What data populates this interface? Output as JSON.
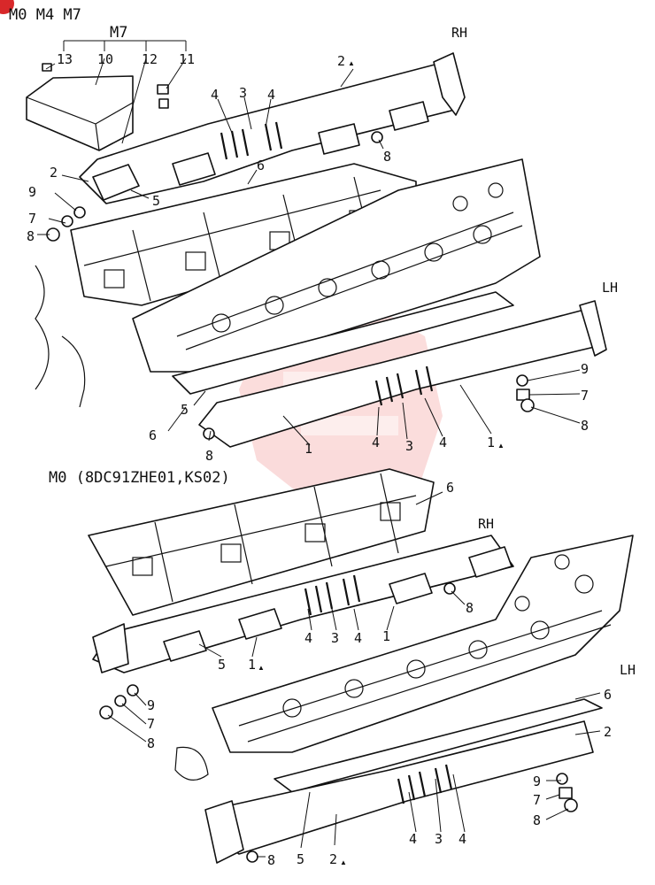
{
  "header": {
    "variants": "M0 M4 M7",
    "group": "M7"
  },
  "sections": {
    "m0_title": "M0 (8DC91ZHE01,KS02)"
  },
  "sides": {
    "rh": "RH",
    "lh": "LH"
  },
  "parts": {
    "p1": "1",
    "p1a": "1",
    "p2": "2",
    "p2a": "2",
    "p3": "3",
    "p4": "4",
    "p5": "5",
    "p6": "6",
    "p7": "7",
    "p8": "8",
    "p9": "9",
    "p10": "10",
    "p11": "11",
    "p12": "12",
    "p13": "13"
  },
  "marker": "▲",
  "colors": {
    "line": "#111111",
    "watermark": "#e8403c",
    "badge": "#d8282a"
  }
}
